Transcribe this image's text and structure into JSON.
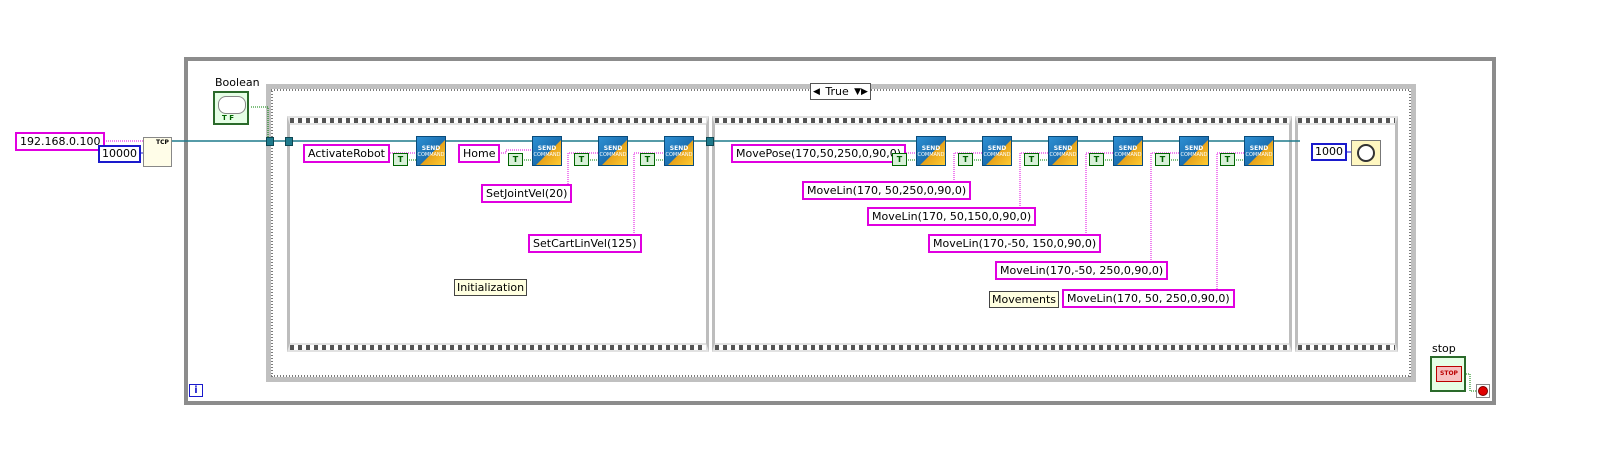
{
  "outer_loop": {
    "boolean_label": "Boolean",
    "stop_label": "stop",
    "iteration_terminal": "i",
    "ip_address": "192.168.0.100",
    "timeout": "10000",
    "tcp_icon_caption": "TCP",
    "bool_tf": "T F",
    "stop_btn": "STOP"
  },
  "case_structure": {
    "selector_value": "True",
    "left_arrow": "◀",
    "right_arrow": "▼▶"
  },
  "frame_init": {
    "commands": [
      "ActivateRobot",
      "Home",
      "SetJointVel(20)",
      "SetCartLinVel(125)"
    ],
    "label": "Initialization"
  },
  "frame_moves": {
    "commands": [
      "MovePose(170,50,250,0,90,0)",
      "MoveLin(170, 50,250,0,90,0)",
      "MoveLin(170, 50,150,0,90,0)",
      "MoveLin(170,-50, 150,0,90,0)",
      "MoveLin(170,-50, 250,0,90,0)",
      "MoveLin(170, 50, 250,0,90,0)"
    ],
    "label": "Movements"
  },
  "frame_wait": {
    "wait_ms": "1000"
  },
  "vi": {
    "line1": "SEND",
    "line2": "COMMAND"
  },
  "true_const": "T",
  "wire_colors": {
    "string": "#e000e0",
    "numeric": "#1a1acc",
    "boolean": "#008000",
    "refnum": "#1f7a8c"
  }
}
